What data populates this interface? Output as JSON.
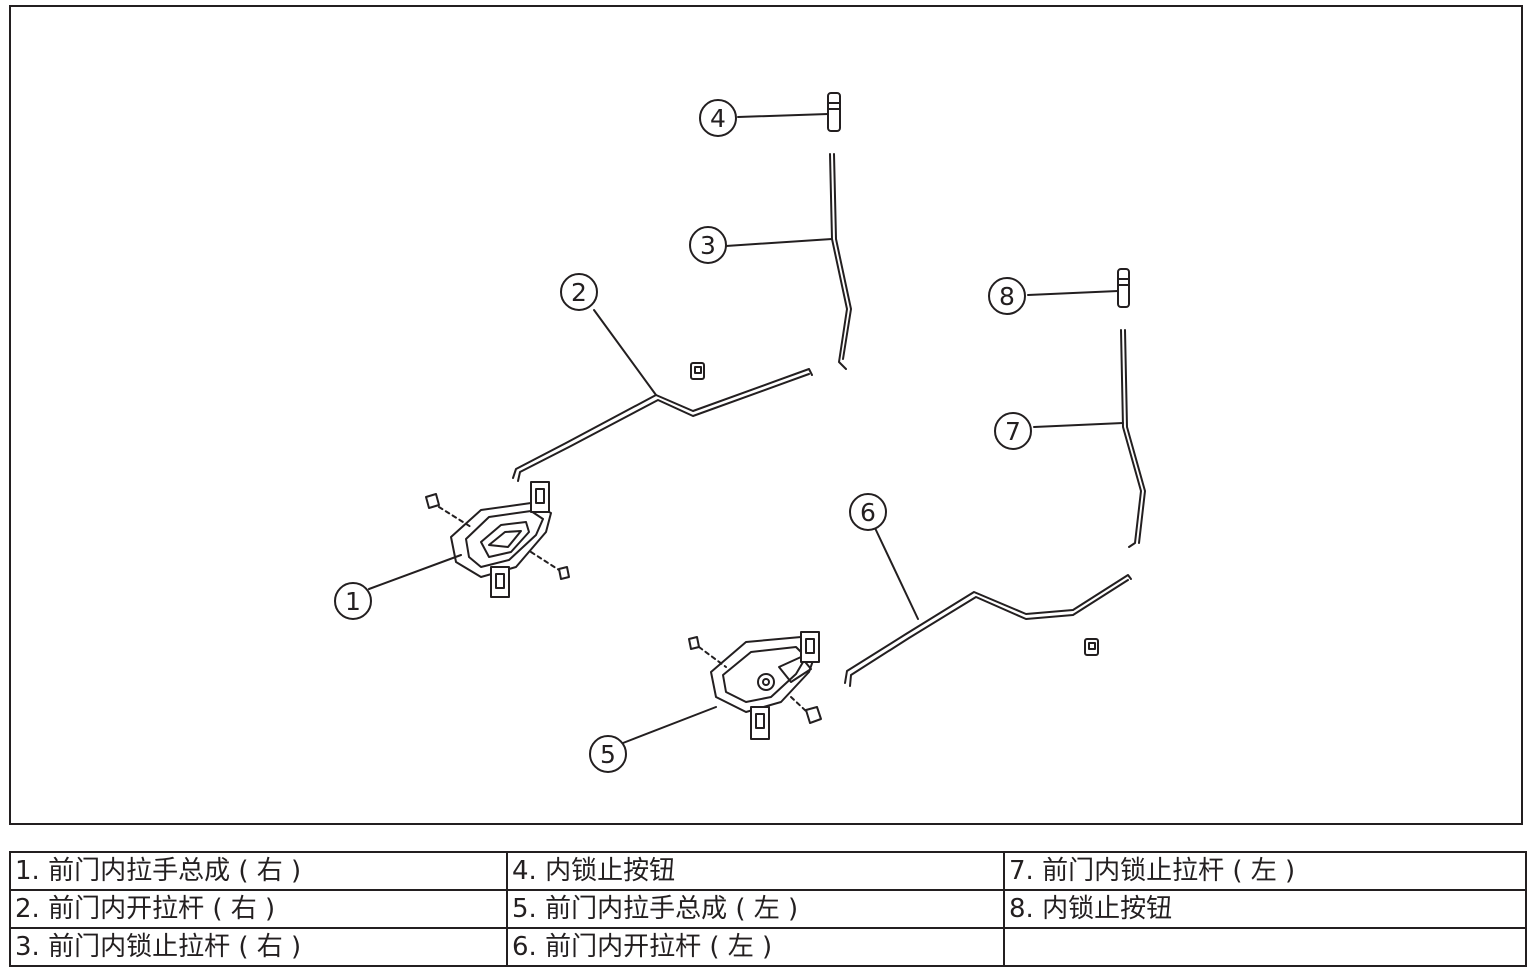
{
  "callouts": [
    {
      "num": "1"
    },
    {
      "num": "2"
    },
    {
      "num": "3"
    },
    {
      "num": "4"
    },
    {
      "num": "5"
    },
    {
      "num": "6"
    },
    {
      "num": "7"
    },
    {
      "num": "8"
    }
  ],
  "legend": {
    "rows": [
      [
        "1. 前门内拉手总成 ( 右 )",
        "4. 内锁止按钮",
        "7. 前门内锁止拉杆 ( 左 )"
      ],
      [
        "2. 前门内开拉杆 ( 右 )",
        "5. 前门内拉手总成 ( 左 )",
        "8. 内锁止按钮"
      ],
      [
        "3. 前门内锁止拉杆 ( 右 )",
        "6. 前门内开拉杆 ( 左 )",
        ""
      ]
    ]
  }
}
